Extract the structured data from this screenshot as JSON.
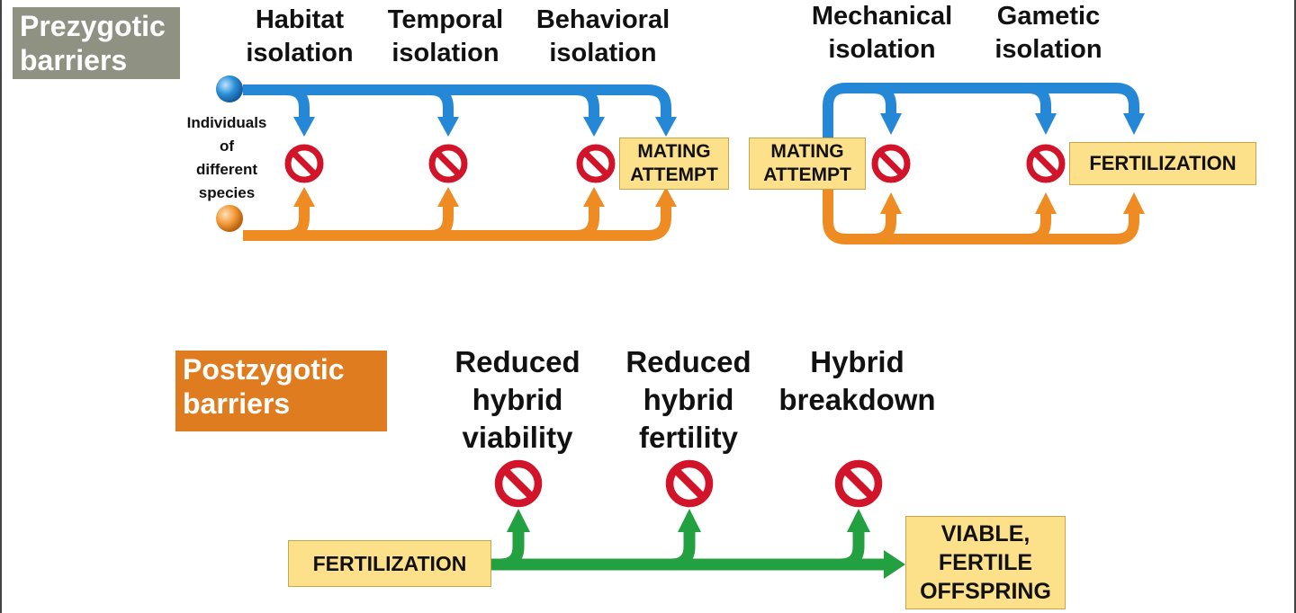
{
  "prezygotic": {
    "title": "Prezygotic\nbarriers",
    "color": "#8f9183",
    "barriers": [
      {
        "label": "Habitat\nisolation"
      },
      {
        "label": "Temporal\nisolation"
      },
      {
        "label": "Behavioral\nisolation"
      },
      {
        "label": "Mechanical\nisolation"
      },
      {
        "label": "Gametic\nisolation"
      }
    ],
    "individuals_label": "Individuals\nof\ndifferent\nspecies",
    "mating_attempt": "MATING\nATTEMPT",
    "fertilization": "FERTILIZATION"
  },
  "postzygotic": {
    "title": "Postzygotic\nbarriers",
    "color": "#df7c1f",
    "barriers": [
      {
        "label": "Reduced\nhybrid\nviability"
      },
      {
        "label": "Reduced\nhybrid\nfertility"
      },
      {
        "label": "Hybrid\nbreakdown"
      }
    ],
    "fertilization": "FERTILIZATION",
    "outcome": "VIABLE,\nFERTILE\nOFFSPRING"
  },
  "colors": {
    "blue_path": "#2488d6",
    "orange_path": "#ee8b22",
    "green_path": "#23a040",
    "stop_red": "#d2142a",
    "box_fill": "#fde08a"
  },
  "icons": {
    "stop": "no-entry-icon",
    "species_a": "blue-circle-icon",
    "species_b": "orange-circle-icon"
  }
}
